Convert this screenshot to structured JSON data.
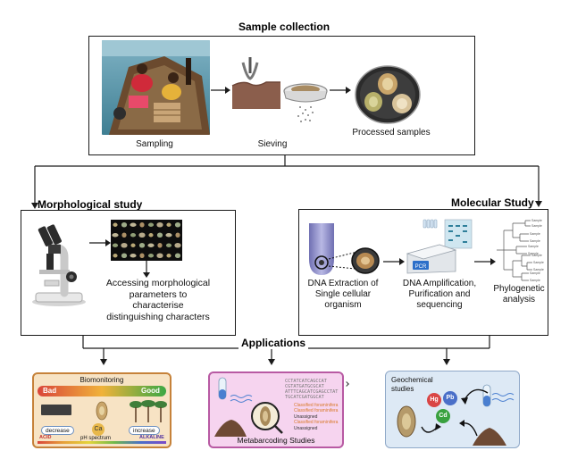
{
  "sample_collection": {
    "title": "Sample collection",
    "steps": [
      "Sampling",
      "Sieving",
      "Processed samples"
    ]
  },
  "morphological": {
    "title": "Morphological study",
    "description_lines": [
      "Accessing morphological",
      "parameters to",
      "characterise",
      "distinguishing characters"
    ]
  },
  "molecular": {
    "title": "Molecular Study",
    "step1_lines": [
      "DNA Extraction of",
      "Single cellular",
      "organism"
    ],
    "step2_lines": [
      "DNA Amplification,",
      "Purification and",
      "sequencing"
    ],
    "step3_lines": [
      "Phylogenetic",
      "analysis"
    ],
    "pcr_label": "PCR",
    "tree_leaf_label": "Sample"
  },
  "applications": {
    "title": "Applications",
    "biomonitoring": {
      "title": "Biomonitoring",
      "bad": "Bad",
      "good": "Good",
      "decrease": "decrease",
      "increase": "increase",
      "element": "Ca",
      "ph_label": "pH spectrum",
      "acid": "ACID",
      "alkaline": "ALKALINE"
    },
    "metabarcoding": {
      "title": "Metabarcoding Studies",
      "sequence_lines": [
        "CCTATCATCAGCCAT",
        "CGTATGATGCGCAT",
        "ATTTCAGCATCGAGCCTAT",
        "TGCATCGATGGCAT"
      ],
      "classified_1": "Classified foraminifera",
      "classified_2": "Classified foraminifera",
      "unassigned_1": "Unassigned",
      "classified_3": "Classified foraminifera",
      "unassigned_2": "Unassigned"
    },
    "geochemical": {
      "title_lines": [
        "Geochemical",
        "studies"
      ],
      "elements": [
        "Hg",
        "Pb",
        "Cd"
      ]
    }
  },
  "colors": {
    "line": "#1a1a1a",
    "bad_red": "#d9453a",
    "good_green": "#3aa845",
    "bio_bg": "#f7e3c4",
    "bio_border": "#c6823a",
    "meta_bg": "#f6d4ef",
    "meta_border": "#b85aa3",
    "geo_bg": "#dde9f5",
    "geo_border": "#8fa8c8",
    "hg": "#d94545",
    "pb": "#4a6fc8",
    "cd": "#39a13f"
  }
}
